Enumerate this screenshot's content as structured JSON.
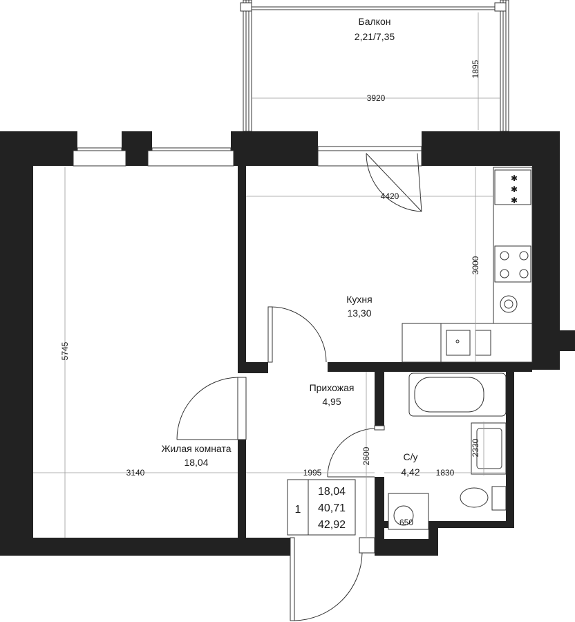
{
  "rooms": {
    "balcony": {
      "name": "Балкон",
      "area": "2,21/7,35"
    },
    "kitchen": {
      "name": "Кухня",
      "area": "13,30"
    },
    "hallway": {
      "name": "Прихожая",
      "area": "4,95"
    },
    "living": {
      "name": "Жилая комната",
      "area": "18,04"
    },
    "bathroom": {
      "name": "С/у",
      "area": "4,42"
    }
  },
  "dimensions": {
    "balcony_width": "3920",
    "balcony_depth": "1895",
    "kitchen_width": "4420",
    "kitchen_depth": "3000",
    "living_length": "5745",
    "living_width": "3140",
    "hall_width": "1995",
    "hall_depth": "2600",
    "bath_width": "1830",
    "bath_fixture_depth": "2330",
    "washer": "650"
  },
  "summary": {
    "rooms_count": "1",
    "living_area": "18,04",
    "total_area": "40,71",
    "total_with_balcony": "42,92"
  }
}
